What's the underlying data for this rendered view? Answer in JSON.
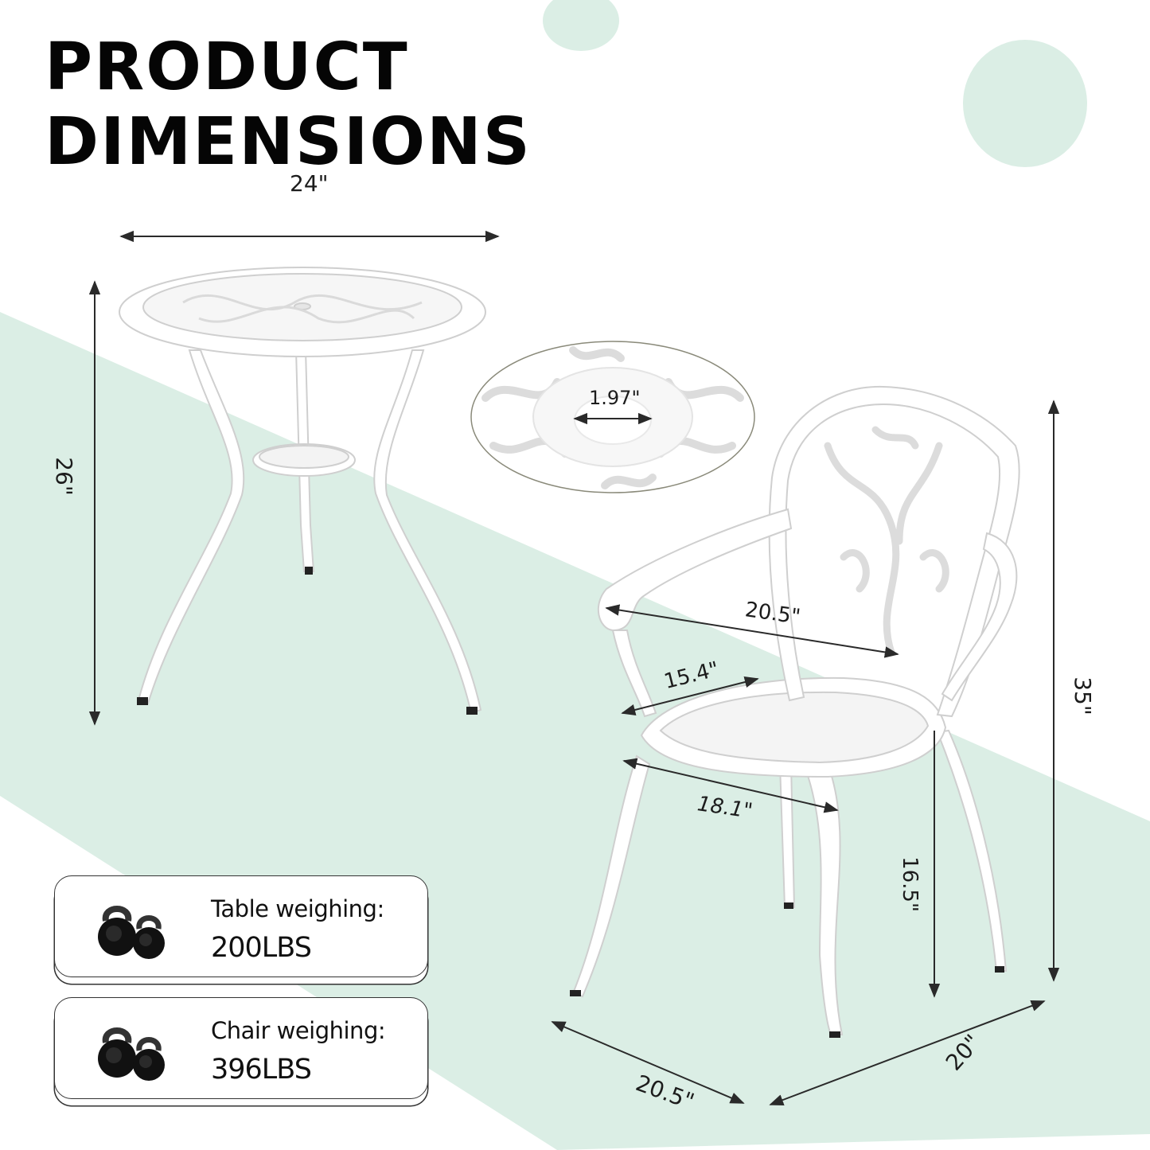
{
  "title": {
    "line1": "PRODUCT",
    "line2": "DIMENSIONS"
  },
  "colors": {
    "accent_green": "#dbeee5",
    "text": "#111111",
    "furniture": "#ffffff"
  },
  "table": {
    "width_label": "24\"",
    "height_label": "26\"",
    "umbrella_hole_label": "1.97\""
  },
  "chair": {
    "arm_width_label": "20.5\"",
    "seat_depth_label": "15.4\"",
    "seat_width_label": "18.1\"",
    "seat_height_label": "16.5\"",
    "total_height_label": "35\"",
    "base_width_label": "20.5\"",
    "base_depth_label": "20\""
  },
  "weights": [
    {
      "label": "Table weighing:",
      "value": "200LBS",
      "icon": "kettlebell-icon"
    },
    {
      "label": "Chair weighing:",
      "value": "396LBS",
      "icon": "kettlebell-icon"
    }
  ]
}
